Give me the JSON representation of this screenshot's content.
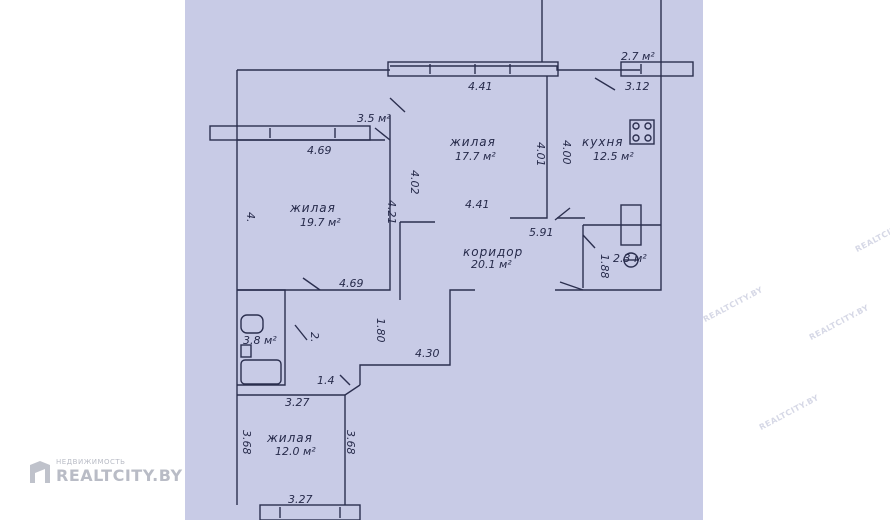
{
  "rooms": {
    "living1": {
      "name": "жилая",
      "area": "17.7 м²"
    },
    "kitchen": {
      "name": "кухня",
      "area": "12.5 м²"
    },
    "living2": {
      "name": "жилая",
      "area": "19.7 м²"
    },
    "corridor": {
      "name": "коридор",
      "area": "20.1 м²"
    },
    "living3": {
      "name": "жилая",
      "area": "12.0 м²"
    },
    "bath": {
      "area": "3.8 м²"
    },
    "wc": {
      "area": "2.3 м²"
    },
    "balcony1": {
      "area": "3.5 м²"
    },
    "balcony2": {
      "area": "2.7 м²"
    }
  },
  "dimensions": {
    "top_living": "4.41",
    "top_kitchen": "3.12",
    "left_living_top": "4.69",
    "living1_side": "4.02",
    "living1_side_b": "4.21",
    "kitchen_side_a": "4.01",
    "kitchen_side_b": "4.00",
    "living2_side": "4.",
    "mid_corridor": "4.41",
    "corridor_right": "5.91",
    "wc_side": "1.88",
    "living2_bottom": "4.69",
    "corridor_side": "1.80",
    "bath_side": "2.",
    "corridor_bottom": "4.30",
    "wc_small": "1.4",
    "bath_bottom": "3.27",
    "living3_left": "3.68",
    "living3_right": "3.68",
    "living3_bottom": "3.27"
  },
  "watermark": {
    "small": "НЕДВИЖИМОСТЬ",
    "big": "REALTCITY.BY",
    "diag": "REALTCITY.BY"
  },
  "colors": {
    "paper": "#c8cbe6",
    "ink": "#262a4a"
  }
}
